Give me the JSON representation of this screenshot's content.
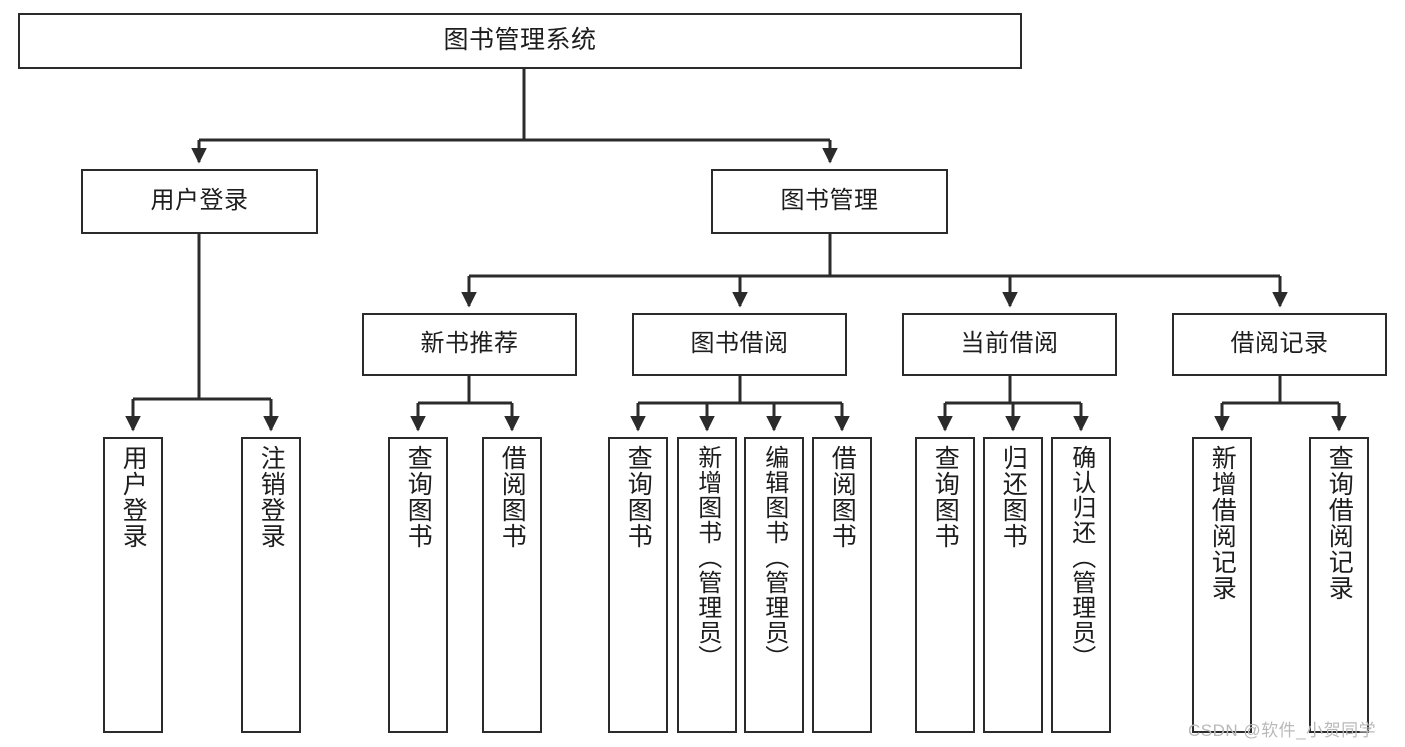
{
  "diagram": {
    "title": "图书管理系统",
    "type": "hierarchy-tree",
    "line_color": "#2b2b2b",
    "box_fill": "#ffffff",
    "text_color": "#1d1d1d"
  },
  "nodes": {
    "root": {
      "label": "图书管理系统"
    },
    "level2": [
      {
        "label": "用户登录"
      },
      {
        "label": "图书管理"
      }
    ],
    "level3": [
      {
        "label": "新书推荐"
      },
      {
        "label": "图书借阅"
      },
      {
        "label": "当前借阅"
      },
      {
        "label": "借阅记录"
      }
    ],
    "leaves": {
      "user_login": [
        {
          "label": "用户登录"
        },
        {
          "label": "注销登录"
        }
      ],
      "new_book": [
        {
          "label": "查询图书"
        },
        {
          "label": "借阅图书"
        }
      ],
      "book_borrow": [
        {
          "label": "查询图书"
        },
        {
          "label": "新增图书（管理员）"
        },
        {
          "label": "编辑图书（管理员）"
        },
        {
          "label": "借阅图书"
        }
      ],
      "current_borrow": [
        {
          "label": "查询图书"
        },
        {
          "label": "归还图书"
        },
        {
          "label": "确认归还（管理员）"
        }
      ],
      "borrow_record": [
        {
          "label": "新增借阅记录"
        },
        {
          "label": "查询借阅记录"
        }
      ]
    }
  },
  "watermark": {
    "text": "CSDN @软件_小贺同学"
  }
}
